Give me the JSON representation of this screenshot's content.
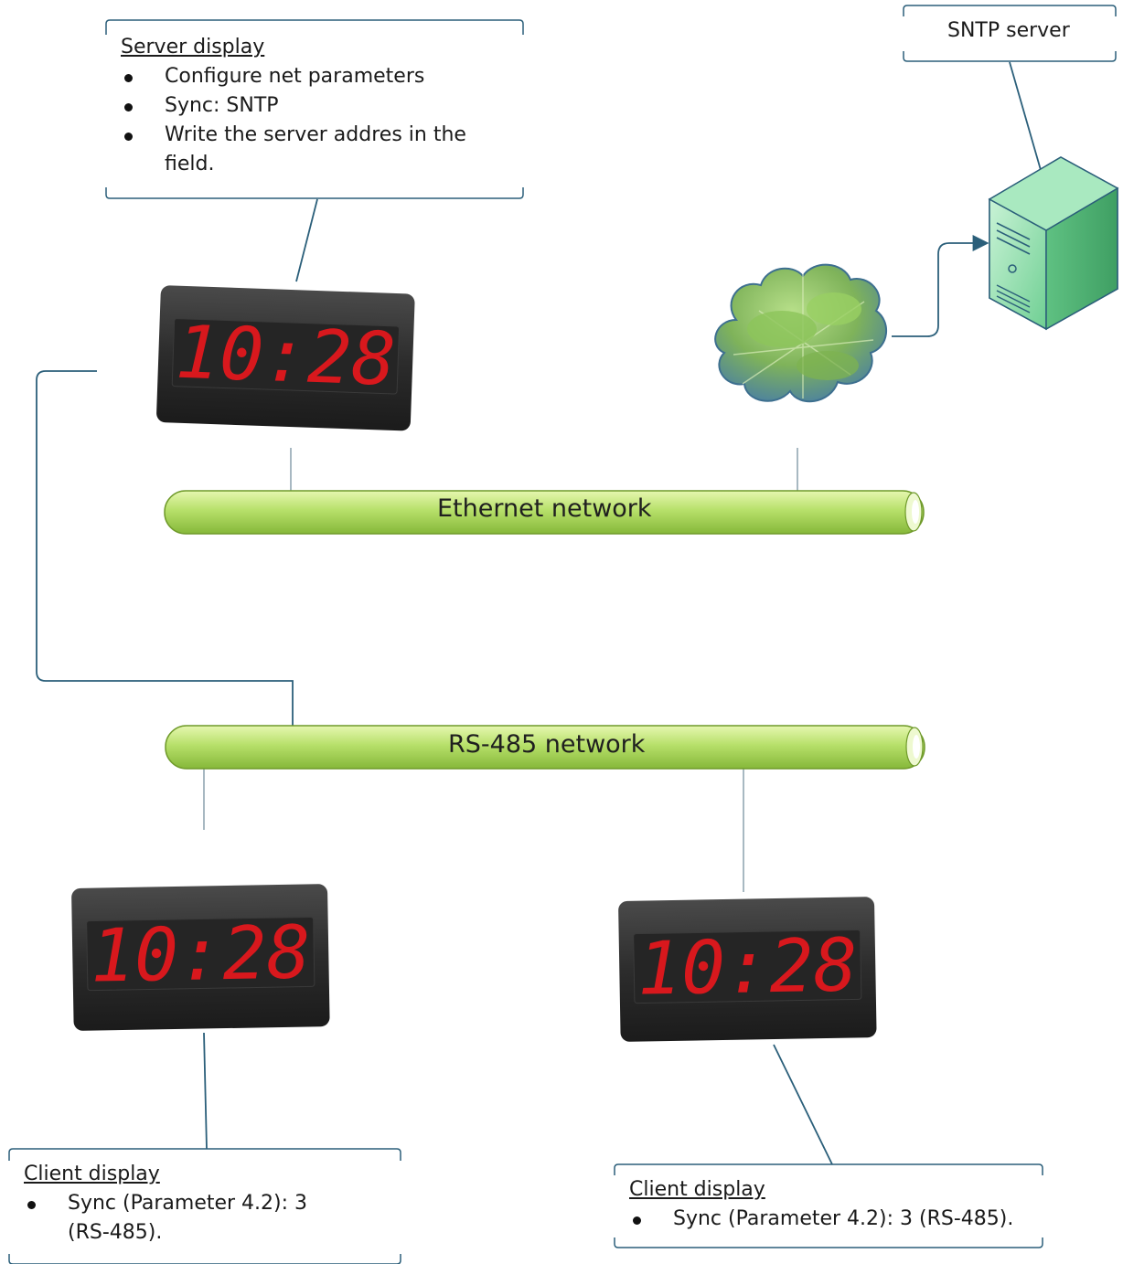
{
  "server_callout": {
    "title": "Server display",
    "items": [
      "Configure net parameters",
      "Sync: SNTP",
      "Write the server addres in the field."
    ]
  },
  "sntp": {
    "label": "SNTP server"
  },
  "ethernet": {
    "label": "Ethernet network"
  },
  "rs485": {
    "label": "RS-485 network"
  },
  "client_left": {
    "title": "Client display",
    "items": [
      "Sync (Parameter 4.2): 3 (RS-485)."
    ]
  },
  "client_right": {
    "title": "Client display",
    "items": [
      "Sync (Parameter 4.2): 3 (RS-485)."
    ]
  },
  "clock": {
    "time": "10:28"
  },
  "colors": {
    "pipe": "#b5dc63",
    "pipe_edge": "#6f9a2a",
    "line": "#2b5f7a",
    "led": "#d8181d",
    "clock_body": "#2b2b2b",
    "server_box": "#7fd6a0"
  }
}
